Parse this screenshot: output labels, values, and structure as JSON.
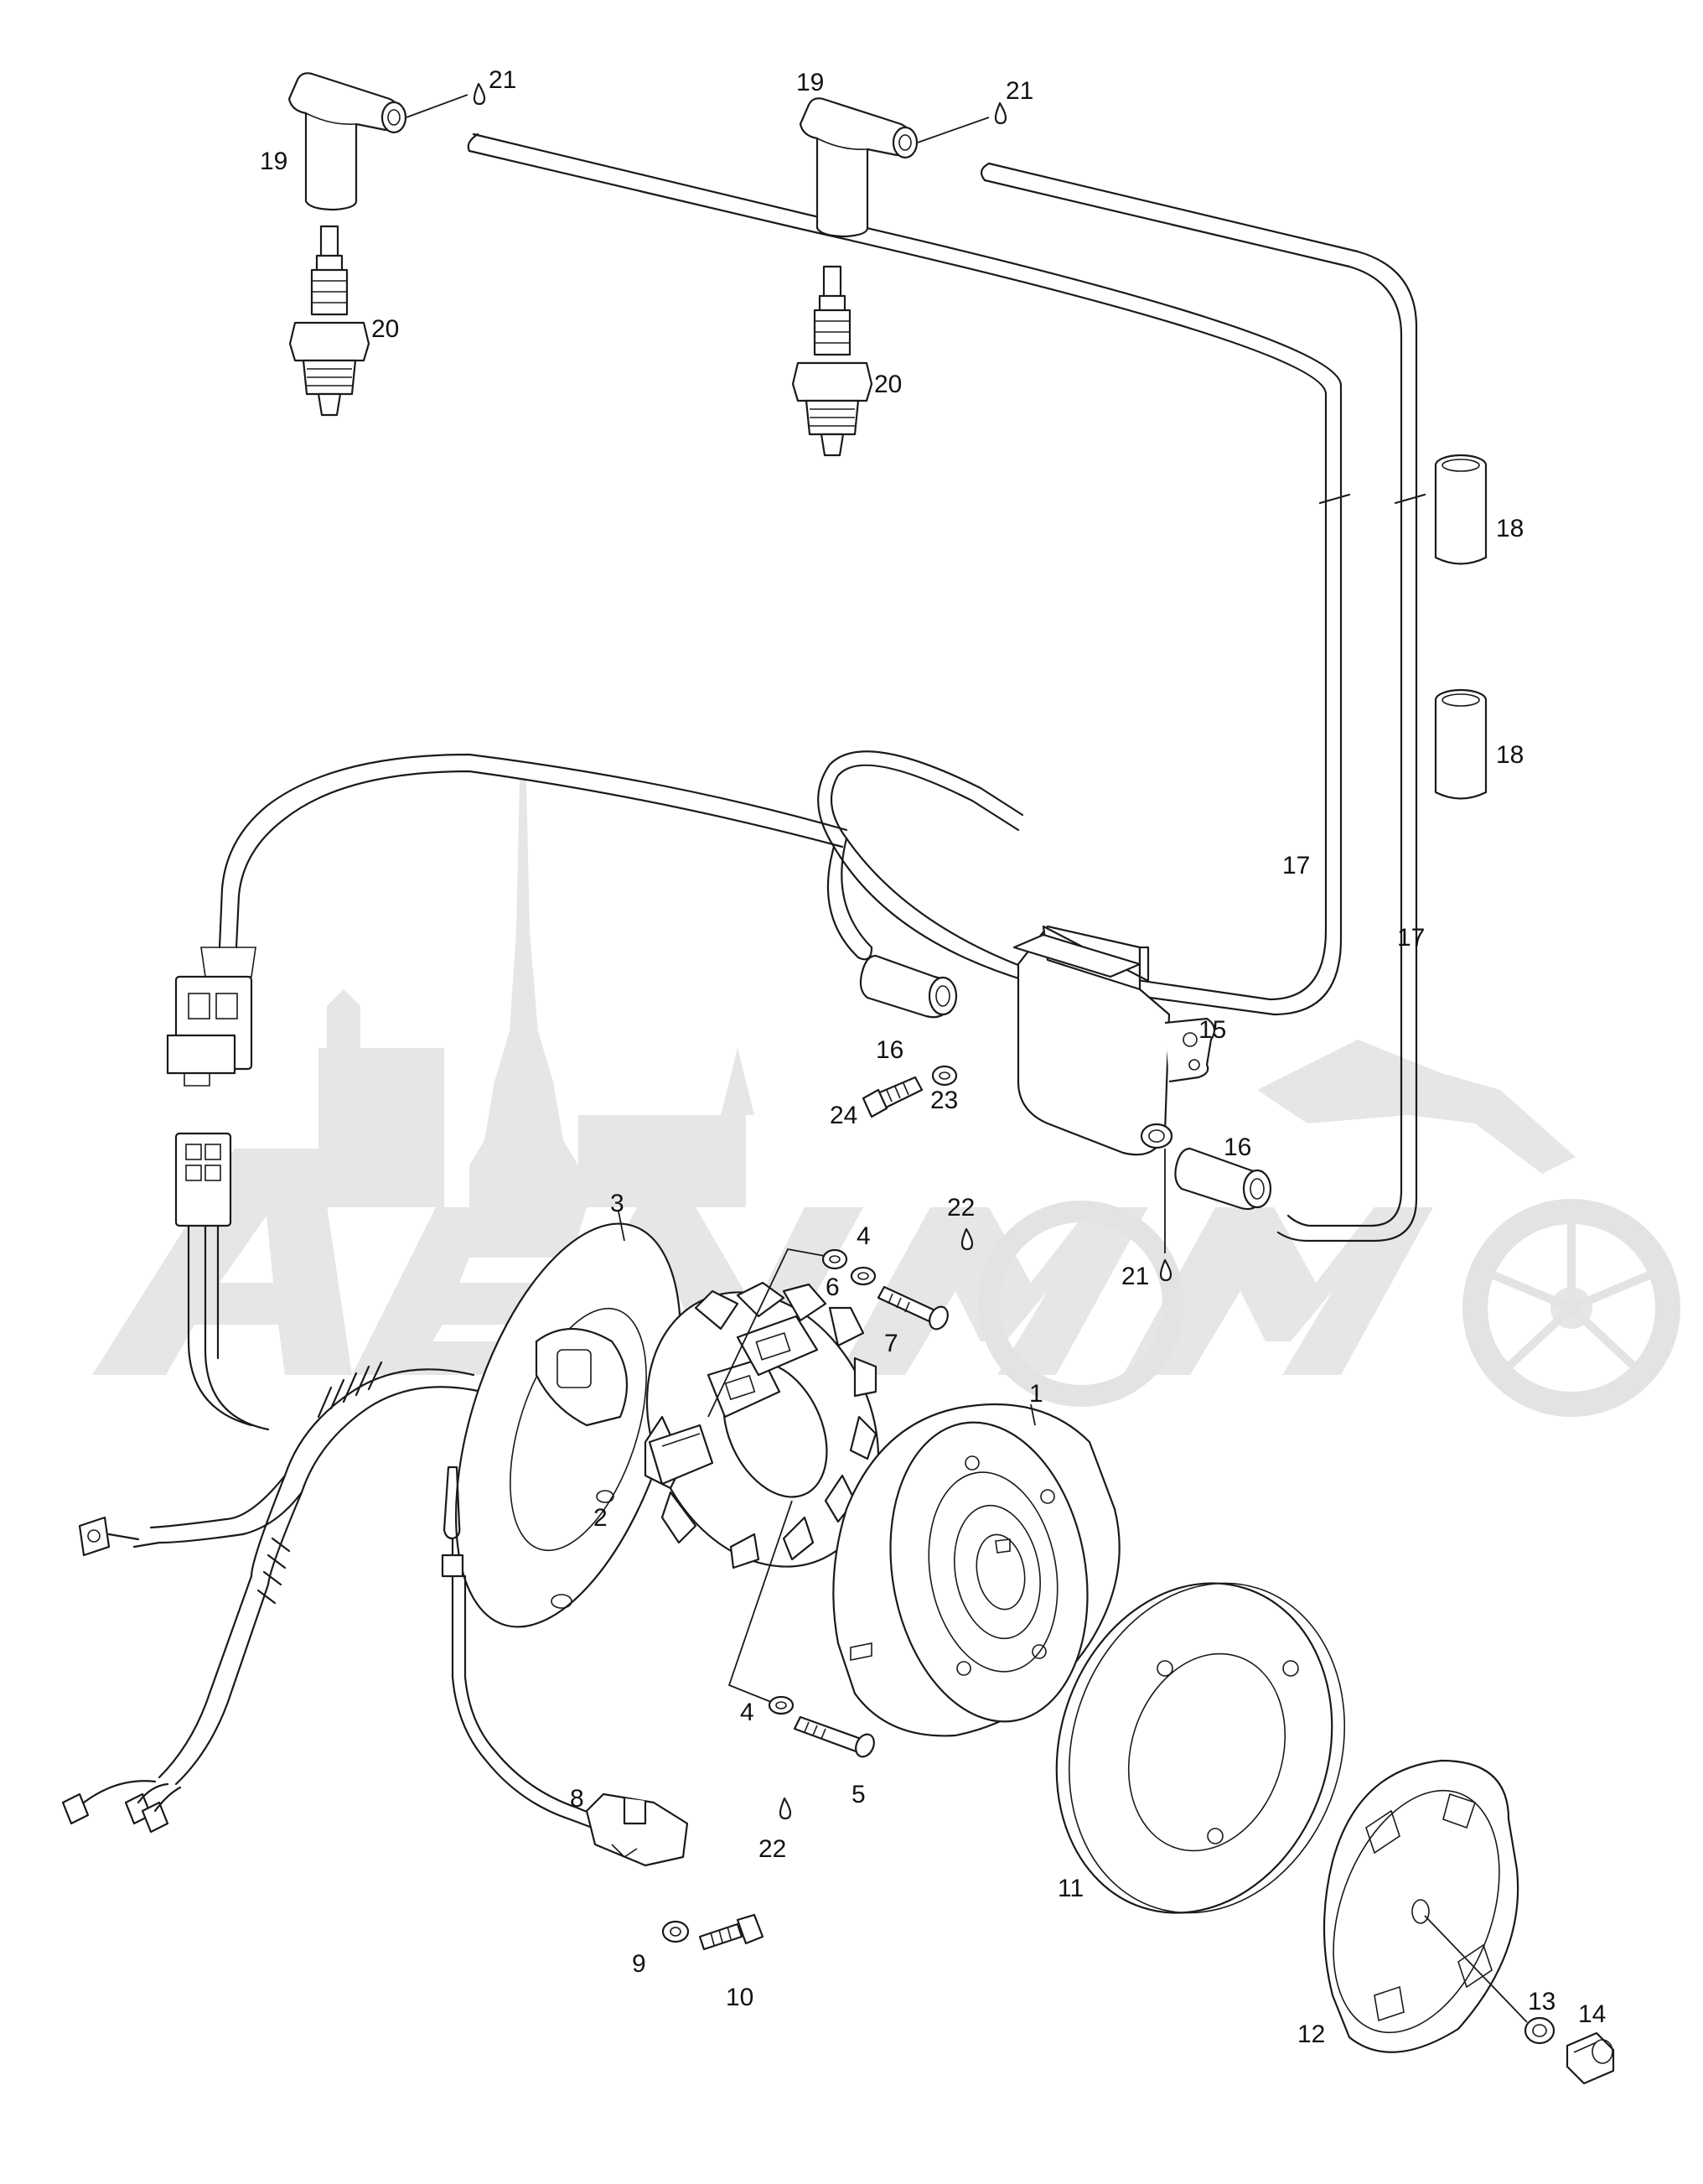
{
  "watermark": {
    "text": "",
    "color": "#e6e6e6"
  },
  "callouts": [
    {
      "id": "c1",
      "label": "1"
    },
    {
      "id": "c2",
      "label": "2"
    },
    {
      "id": "c3",
      "label": "3"
    },
    {
      "id": "c4a",
      "label": "4"
    },
    {
      "id": "c4b",
      "label": "4"
    },
    {
      "id": "c5",
      "label": "5"
    },
    {
      "id": "c6",
      "label": "6"
    },
    {
      "id": "c7",
      "label": "7"
    },
    {
      "id": "c8",
      "label": "8"
    },
    {
      "id": "c9",
      "label": "9"
    },
    {
      "id": "c10",
      "label": "10"
    },
    {
      "id": "c11",
      "label": "11"
    },
    {
      "id": "c12",
      "label": "12"
    },
    {
      "id": "c13",
      "label": "13"
    },
    {
      "id": "c14",
      "label": "14"
    },
    {
      "id": "c15",
      "label": "15"
    },
    {
      "id": "c16a",
      "label": "16"
    },
    {
      "id": "c16b",
      "label": "16"
    },
    {
      "id": "c17a",
      "label": "17"
    },
    {
      "id": "c17b",
      "label": "17"
    },
    {
      "id": "c18a",
      "label": "18"
    },
    {
      "id": "c18b",
      "label": "18"
    },
    {
      "id": "c19a",
      "label": "19"
    },
    {
      "id": "c19b",
      "label": "19"
    },
    {
      "id": "c20a",
      "label": "20"
    },
    {
      "id": "c20b",
      "label": "20"
    },
    {
      "id": "c21a",
      "label": "21"
    },
    {
      "id": "c21b",
      "label": "21"
    },
    {
      "id": "c21c",
      "label": "21"
    },
    {
      "id": "c22a",
      "label": "22"
    },
    {
      "id": "c22b",
      "label": "22"
    },
    {
      "id": "c23",
      "label": "23"
    },
    {
      "id": "c24",
      "label": "24"
    }
  ]
}
